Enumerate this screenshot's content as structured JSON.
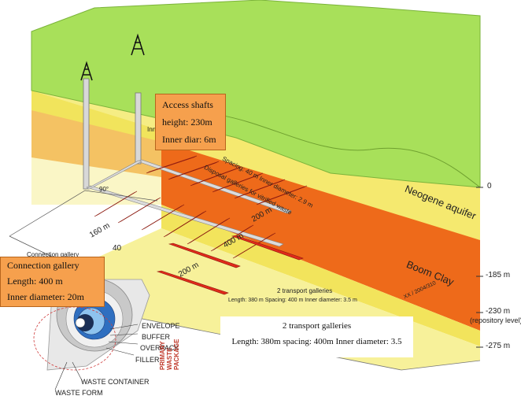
{
  "callouts": {
    "access_shafts": {
      "title": "Access shafts",
      "height": "height: 230m",
      "diameter": "Inner diar: 6m"
    },
    "connection_gallery": {
      "title": "Connection gallery",
      "length": "Length: 400 m",
      "diameter": "Inner diameter: 20m"
    }
  },
  "transport_box": {
    "title": "2 transport galleries",
    "details": "Length: 380m spacing: 400m Inner diameter: 3.5"
  },
  "diagram_labels": {
    "transport_small_title": "2 transport galleries",
    "transport_small_details": "Length: 380 m  Spacing: 400 m  Inner diameter: 3.5 m",
    "disposal_1": "Disposal galleries for vitrified waste",
    "disposal_2": "Spacing: 40 m  Inner diameter: 2.9 m",
    "shaft_note": "Inn",
    "angle": "90°",
    "dim_160": "160 m",
    "dim_40": "40",
    "dim_200": "200 m",
    "dim_400": "400 m",
    "dim_200b": "200 m",
    "connection_gallery_small": "Connection gallery",
    "neogene": "Neogene aquifer",
    "boom_clay": "Boom Clay",
    "footnote": "XX / 2004/310"
  },
  "depths": {
    "d0": "0",
    "d185": "-185 m",
    "d230": "-230 m",
    "d230_note": "(repository level)",
    "d275": "-275 m"
  },
  "package": {
    "envelope": "ENVELOPE",
    "buffer": "BUFFER",
    "overpack": "OVERPACK",
    "filler": "FILLER",
    "waste_container": "WASTE CONTAINER",
    "waste_form": "WASTE FORM",
    "primary_1": "PRIMARY",
    "primary_2": "WASTE",
    "primary_3": "PACKAGE"
  },
  "colors": {
    "surface": "#a8e05a",
    "pale_yellow": "#f7f19a",
    "yellow": "#f2e45c",
    "orange": "#ee6a1a",
    "gallery_red": "#e02a1a",
    "callout_fill": "#f6a04d"
  }
}
